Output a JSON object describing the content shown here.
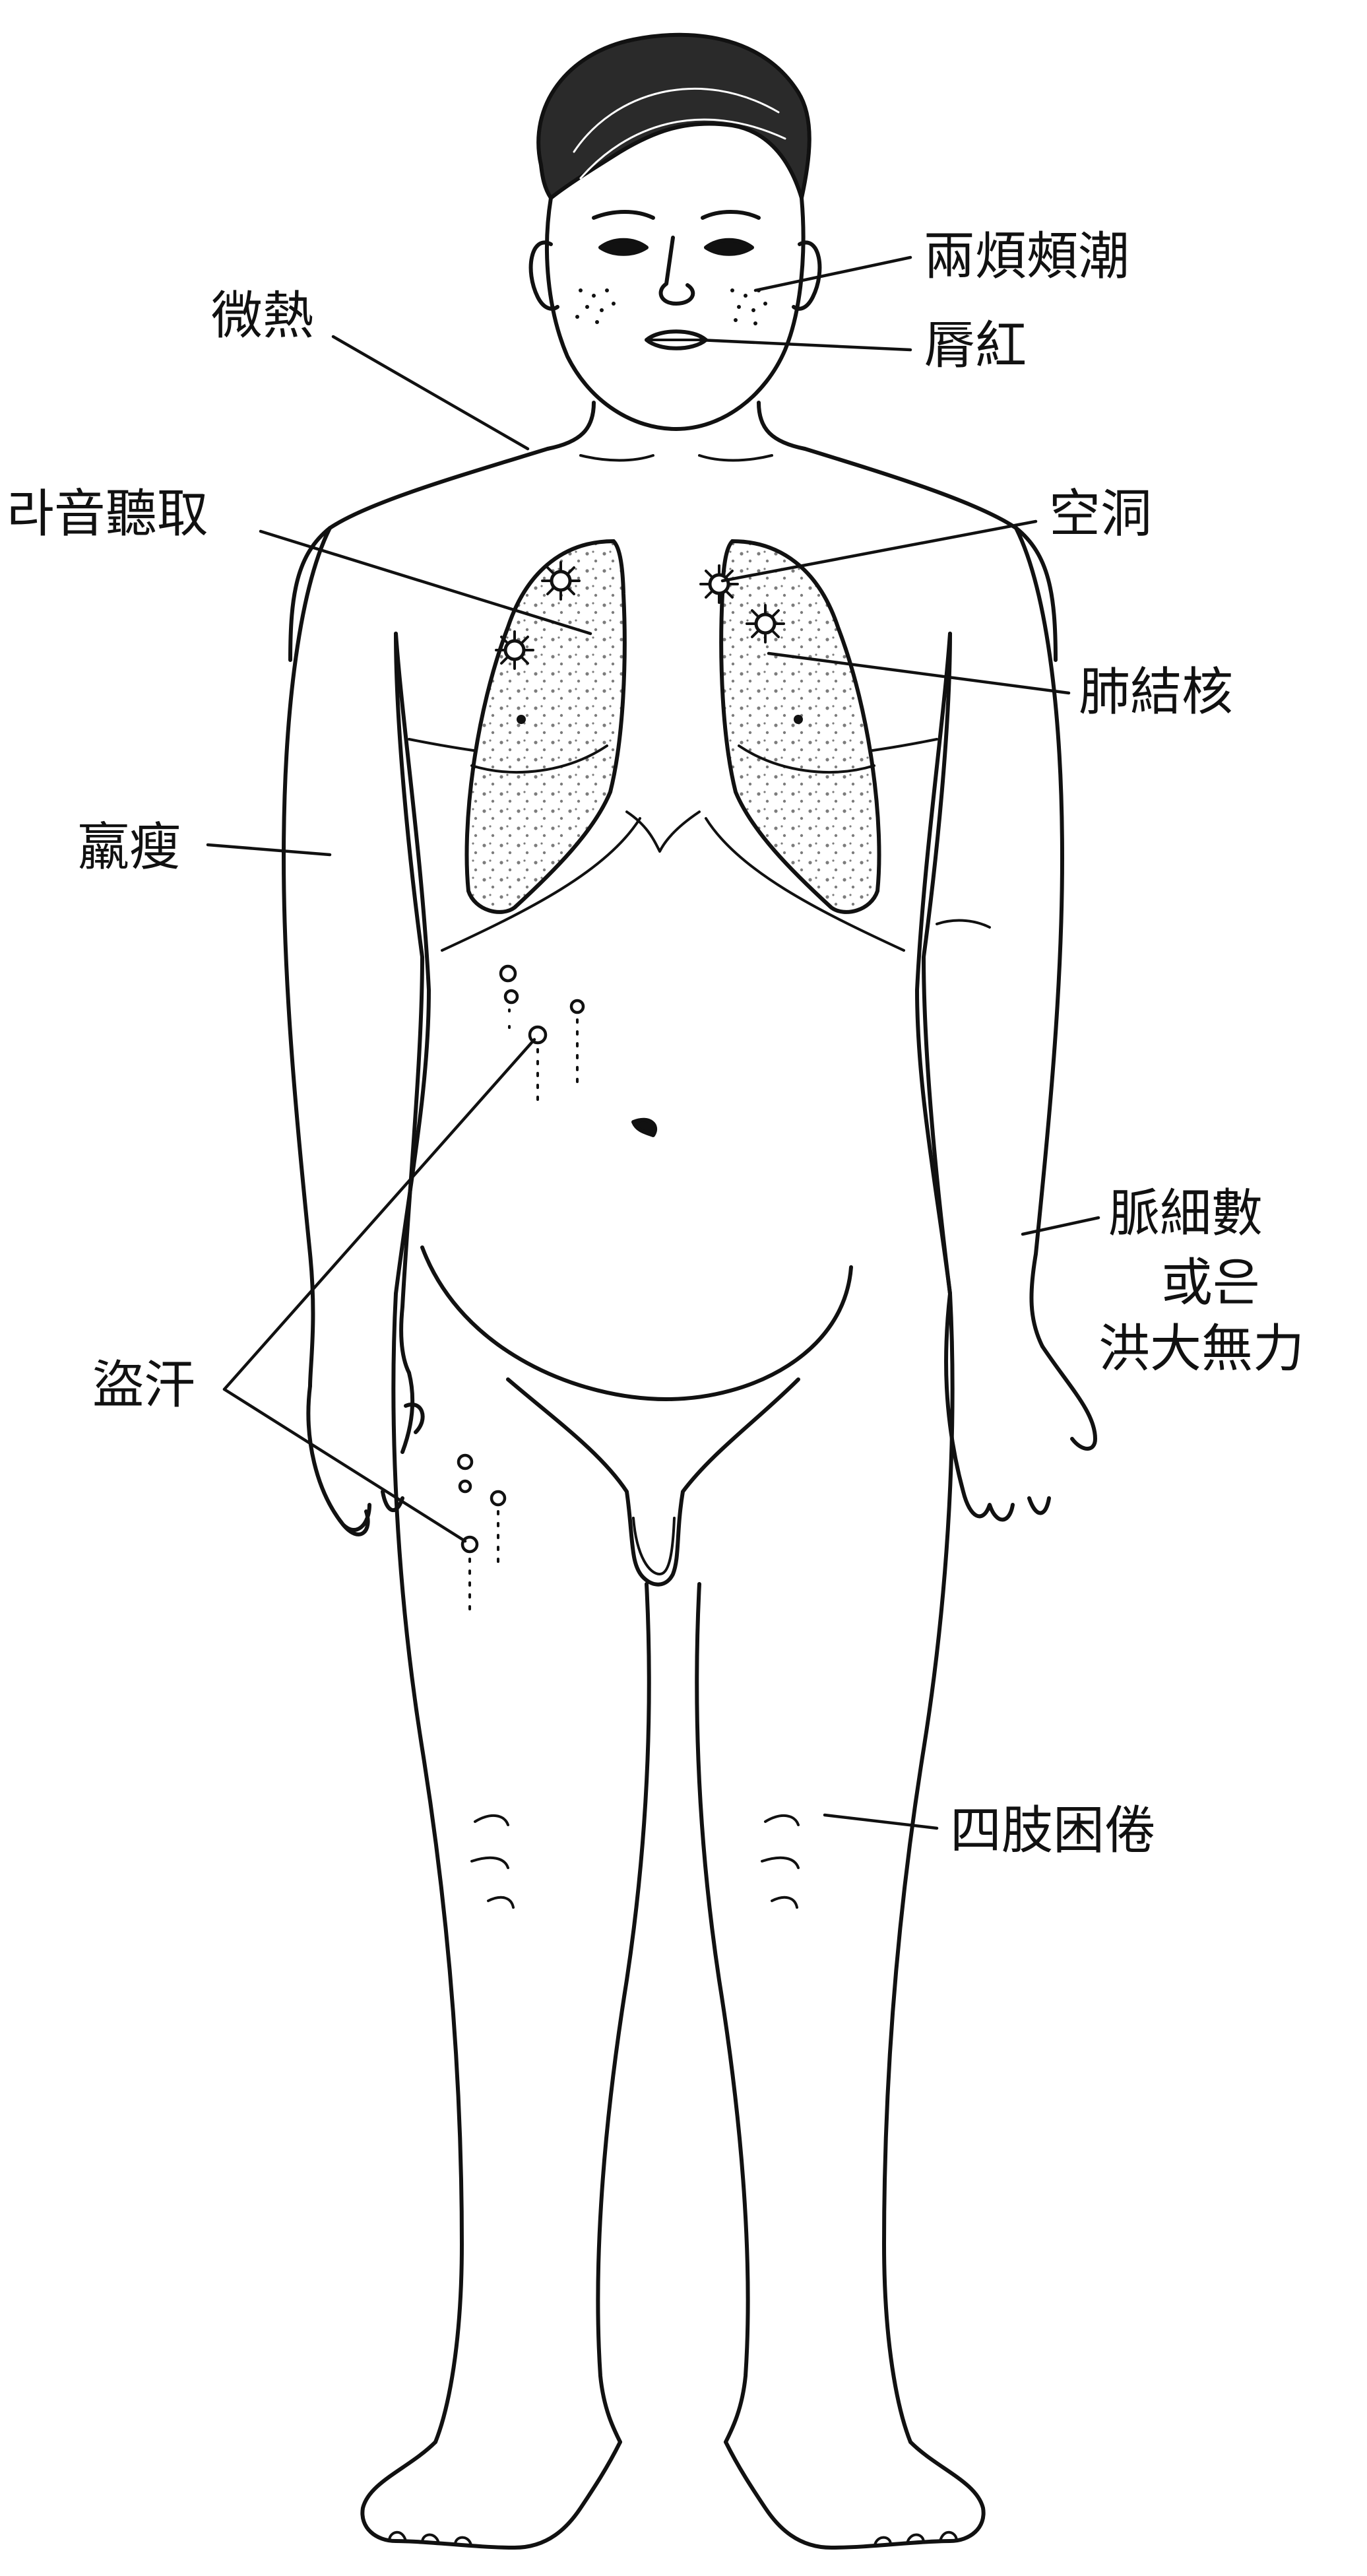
{
  "colors": {
    "ink": "#111111",
    "paper": "#ffffff"
  },
  "labels": {
    "cheeks": "兩煩頰潮",
    "lips": "脣紅",
    "fever": "微熱",
    "rales": "라音聽取",
    "cavity": "空洞",
    "tuberculosis": "肺結核",
    "emaciation": "羸瘦",
    "pulse_line1": "脈細數",
    "pulse_line2": "或은",
    "pulse_line3": "洪大無力",
    "night_sweat": "盜汗",
    "limbs": "四肢困倦"
  }
}
